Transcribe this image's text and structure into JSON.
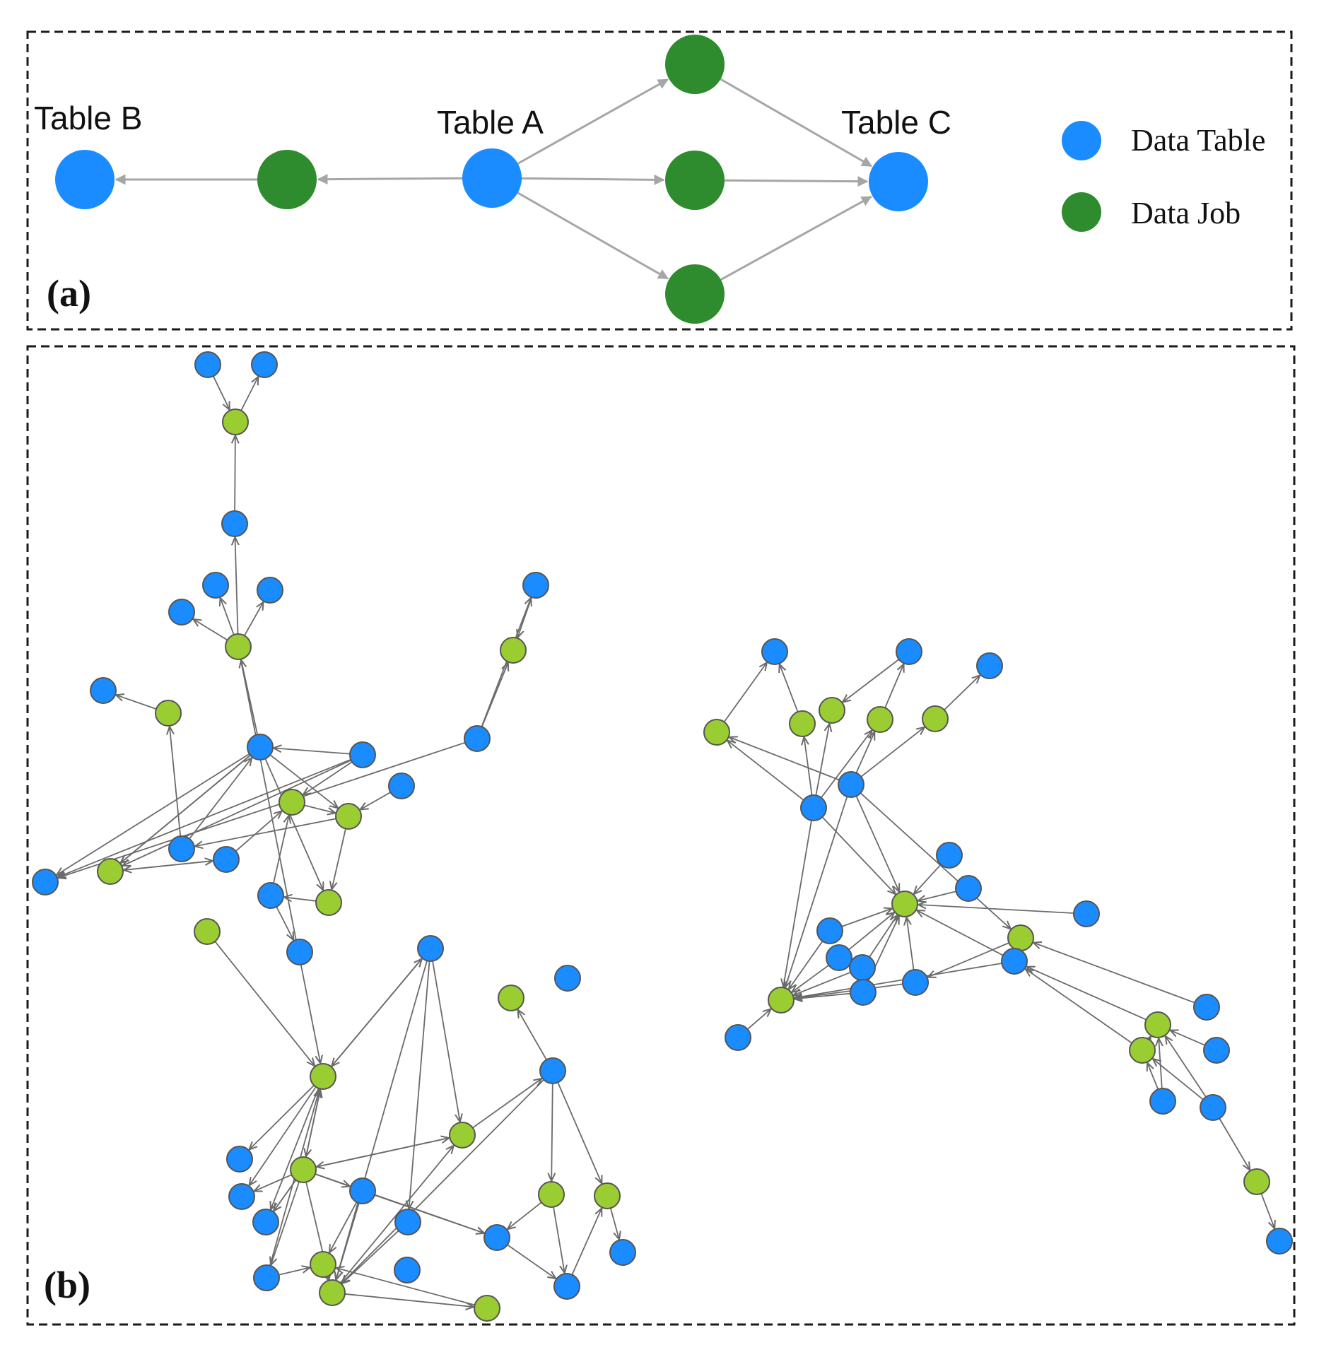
{
  "colors": {
    "table": "#1a8cff",
    "job_dark": "#2e8b2e",
    "job_light": "#9acd32",
    "edge_a": "#a6a6a6",
    "edge_b": "#6b6b6b"
  },
  "panel_a": {
    "tag": "(a)",
    "labels": {
      "table_b": "Table B",
      "table_a": "Table A",
      "table_c": "Table C"
    },
    "legend": [
      {
        "label": "Data Table",
        "color": "#1a8cff"
      },
      {
        "label": "Data Job",
        "color": "#2e8b2e"
      }
    ]
  },
  "panel_b": {
    "tag": "(b)"
  }
}
